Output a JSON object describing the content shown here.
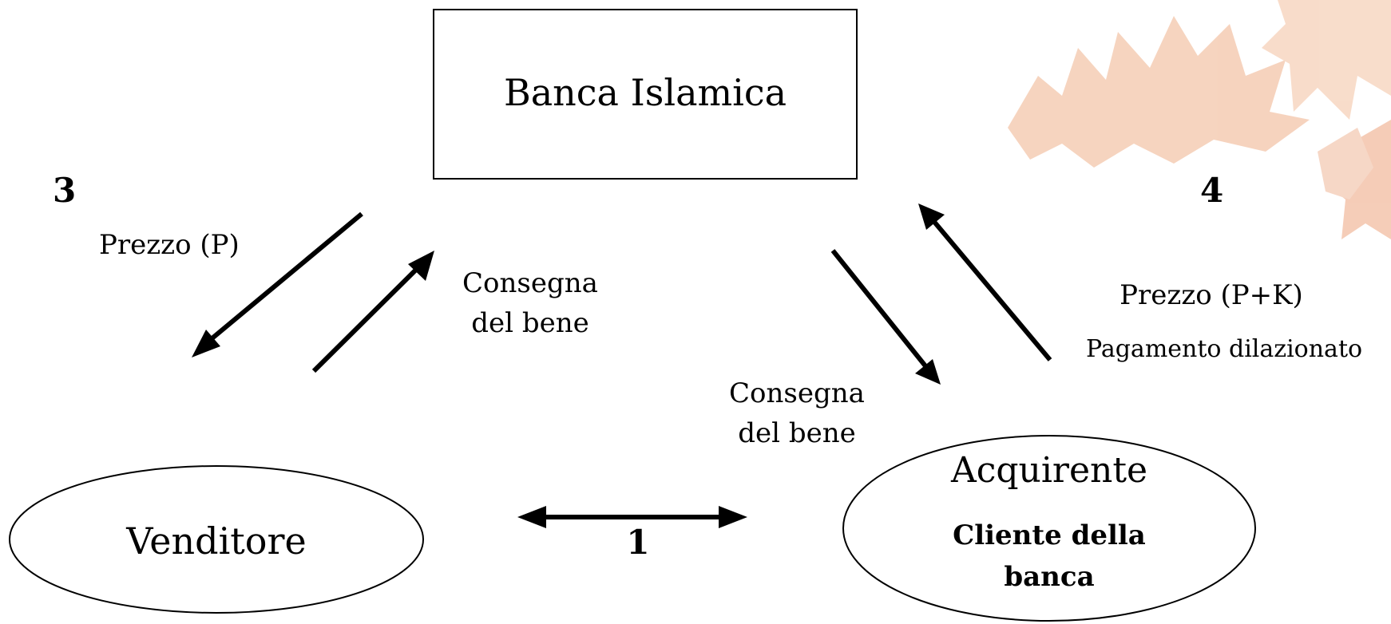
{
  "nodes": {
    "bank": {
      "label": "Banca Islamica"
    },
    "seller": {
      "label": "Venditore"
    },
    "buyer": {
      "label": "Acquirente",
      "sublabel_line1": "Cliente della",
      "sublabel_line2": "banca"
    }
  },
  "steps": {
    "step1": "1",
    "step3": "3",
    "step4": "4"
  },
  "labels": {
    "price_p": "Prezzo (P)",
    "delivery_to_bank_line1": "Consegna",
    "delivery_to_bank_line2": "del bene",
    "delivery_to_buyer_line1": "Consegna",
    "delivery_to_buyer_line2": "del bene",
    "price_pk": "Prezzo (P+K)",
    "deferred_payment": "Pagamento dilazionato"
  },
  "colors": {
    "leaf_decoration": "#e8a07a"
  }
}
